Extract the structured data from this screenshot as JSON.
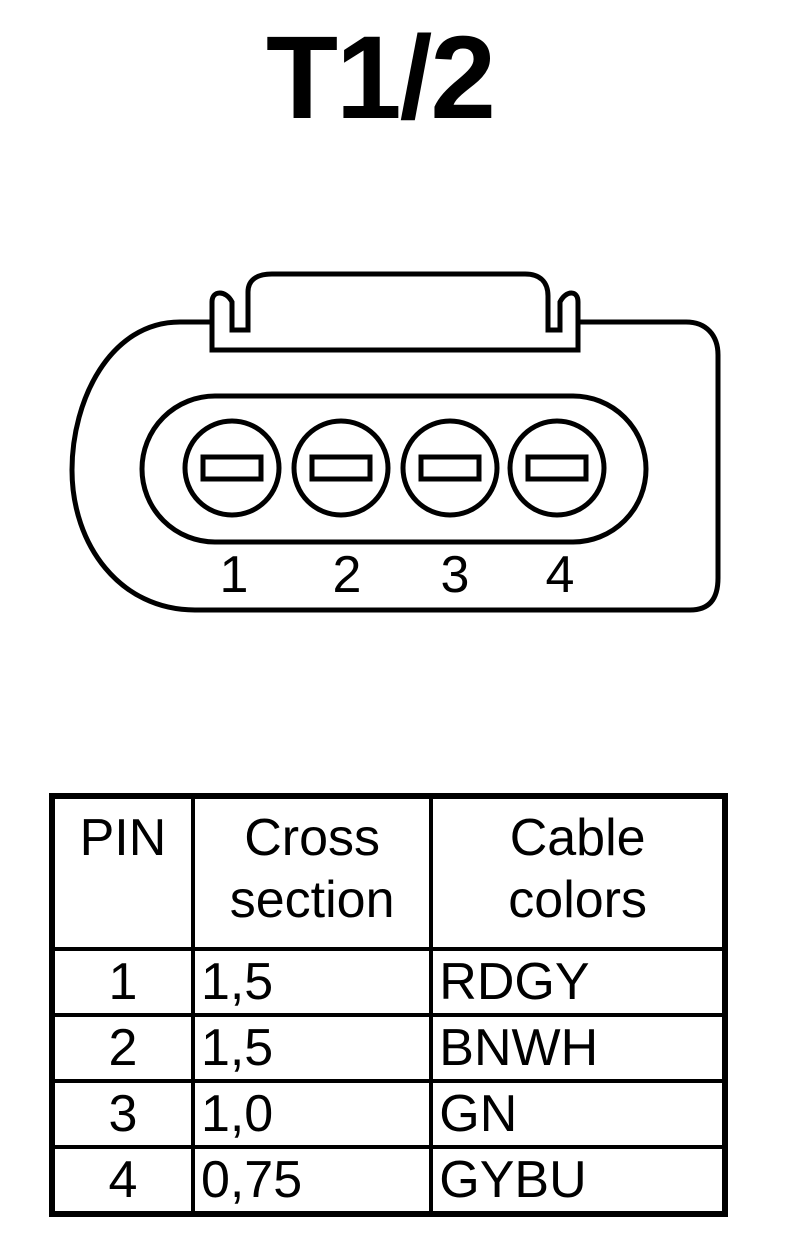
{
  "title": "T1/2",
  "connector": {
    "pins": [
      "1",
      "2",
      "3",
      "4"
    ]
  },
  "table": {
    "headers": {
      "pin": "PIN",
      "cross_section": [
        "Cross",
        "section"
      ],
      "cable_colors": [
        "Cable",
        "colors"
      ]
    },
    "rows": [
      {
        "pin": "1",
        "cross_section": "1,5",
        "color": "RDGY"
      },
      {
        "pin": "2",
        "cross_section": "1,5",
        "color": "BNWH"
      },
      {
        "pin": "3",
        "cross_section": "1,0",
        "color": "GN"
      },
      {
        "pin": "4",
        "cross_section": "0,75",
        "color": "GYBU"
      }
    ]
  }
}
